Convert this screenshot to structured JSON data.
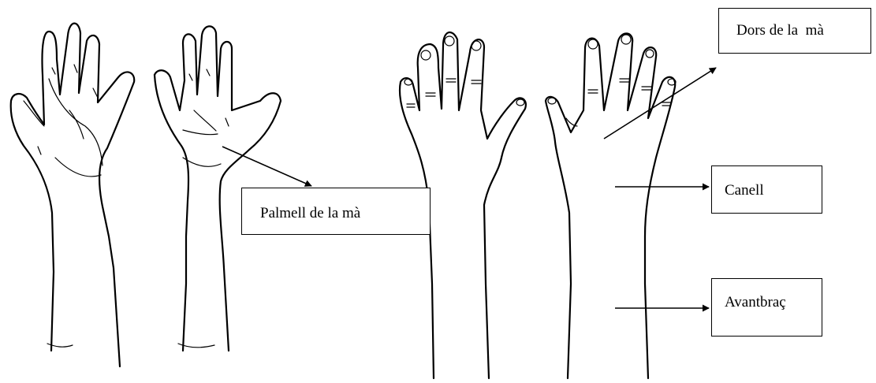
{
  "labels": {
    "palmell": "Palmell de la mà",
    "dors": "Dors de la  mà",
    "canell": "Canell",
    "avantbrac": "Avantbraç"
  },
  "colors": {
    "line": "#000000",
    "background": "#ffffff"
  }
}
